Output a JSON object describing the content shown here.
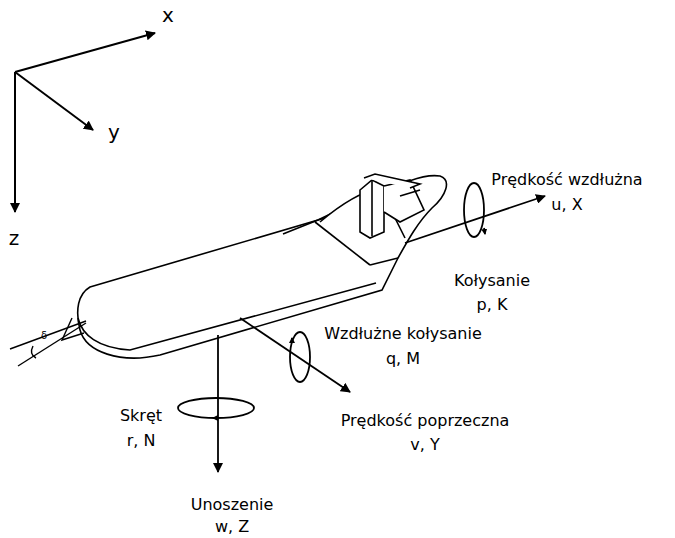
{
  "diagram": {
    "labels": [
      "x",
      "y",
      "z",
      "Prędkość wzdłużna",
      "u, X",
      "Kołysanie",
      "p, K",
      "Wzdłużne kołysanie",
      "q, M",
      "Prędkość poprzeczna",
      "v, Y",
      "Skręt",
      "r, N",
      "Unoszenie",
      "w, Z",
      "δ"
    ]
  }
}
